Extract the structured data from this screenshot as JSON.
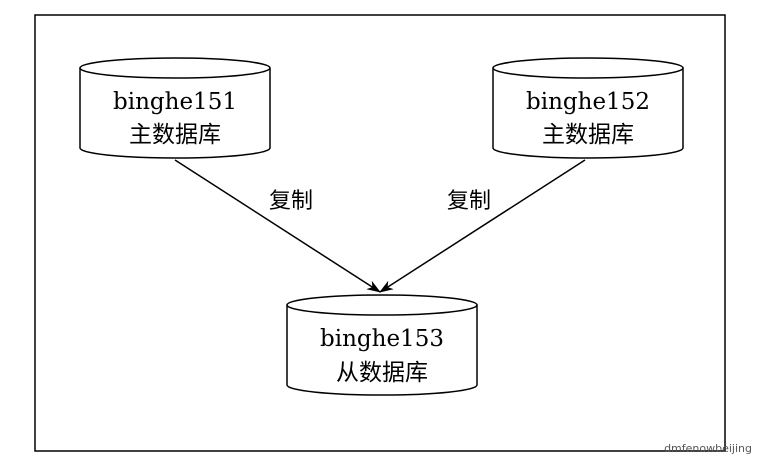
{
  "nodes": [
    {
      "id": "binghe151",
      "name": "binghe151",
      "role": "主数据库"
    },
    {
      "id": "binghe152",
      "name": "binghe152",
      "role": "主数据库"
    },
    {
      "id": "binghe153",
      "name": "binghe153",
      "role": "从数据库"
    }
  ],
  "edges": [
    {
      "from": "binghe151",
      "to": "binghe153",
      "label": "复制"
    },
    {
      "from": "binghe152",
      "to": "binghe153",
      "label": "复制"
    }
  ],
  "watermark": "dmfenowbeijing"
}
